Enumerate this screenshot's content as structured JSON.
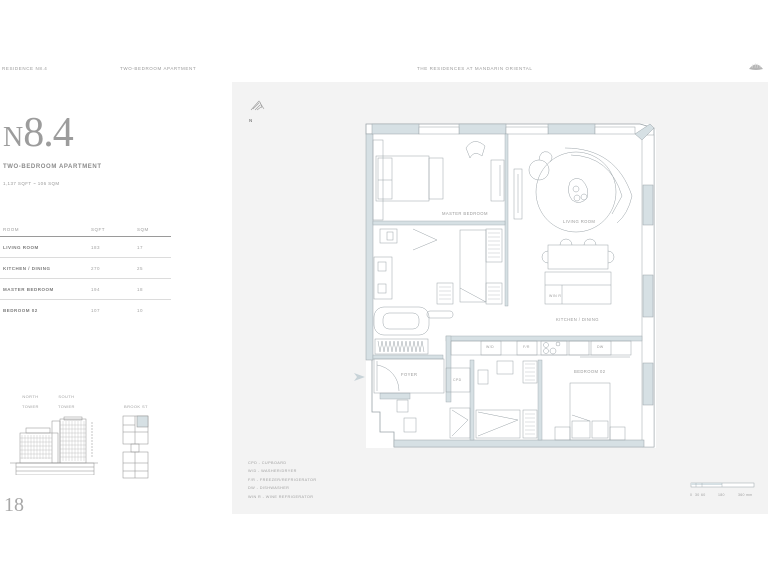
{
  "header": {
    "residence": "RESIDENCE N8.4",
    "type": "TWO-BEDROOM APARTMENT",
    "development": "THE RESIDENCES AT MANDARIN ORIENTAL",
    "logo_icon": "fan-logo-icon"
  },
  "unit": {
    "prefix": "N",
    "number": "8.4",
    "title": "TWO-BEDROOM APARTMENT",
    "area": "1,137 SQFT ~ 106 SQM"
  },
  "room_table": {
    "headers": [
      "ROOM",
      "SQFT",
      "SQM"
    ],
    "rows": [
      {
        "room": "LIVING ROOM",
        "sqft": "183",
        "sqm": "17"
      },
      {
        "room": "KITCHEN / DINING",
        "sqft": "270",
        "sqm": "25"
      },
      {
        "room": "MASTER BEDROOM",
        "sqft": "194",
        "sqm": "18"
      },
      {
        "room": "BEDROOM 02",
        "sqft": "107",
        "sqm": "10"
      }
    ]
  },
  "key_plan": {
    "north_tower_line1": "NORTH",
    "north_tower_line2": "TOWER",
    "south_tower_line1": "SOUTH",
    "south_tower_line2": "TOWER",
    "street": "BROOK ST"
  },
  "page_number": "18",
  "floor_plan": {
    "north_label": "N",
    "rooms": {
      "master_bedroom": "MASTER BEDROOM",
      "living_room": "LIVING ROOM",
      "kitchen_dining": "KITCHEN / DINING",
      "bedroom_02": "BEDROOM 02",
      "foyer": "FOYER",
      "cpd": "CPD",
      "wd": "W/D",
      "fr": "F/R",
      "dw": "DW",
      "winr": "WIN R"
    },
    "legend": [
      "CPD - CUPBOARD",
      "W/D - WASHER/DRYER",
      "F/R - FREEZER/REFRIGERATOR",
      "DW - DISHWASHER",
      "WIN R - WINE REFRIGERATOR"
    ],
    "scale_labels": [
      "0",
      "30",
      "60",
      "180",
      "360 mm"
    ]
  },
  "colors": {
    "wall_fill": "#d6e0e4",
    "line": "#9aa3a8",
    "panel_bg": "#f3f3f3"
  }
}
